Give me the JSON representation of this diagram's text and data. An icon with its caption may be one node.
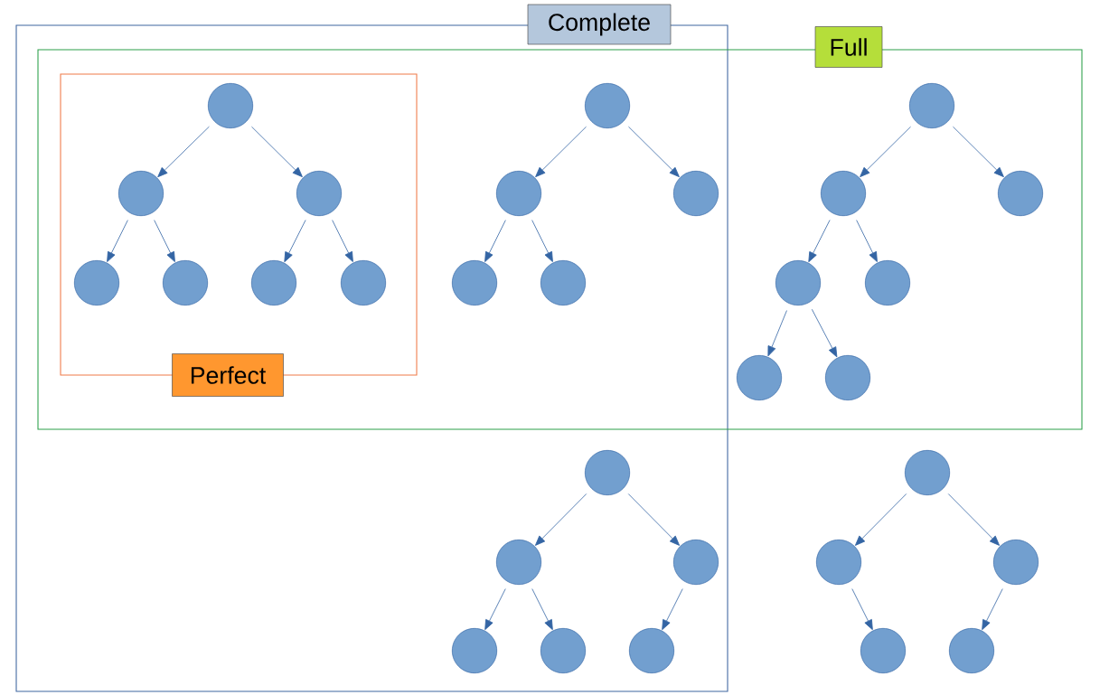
{
  "diagram": {
    "nodes": [
      {
        "text": [
          "Complete"
        ]
      },
      {
        "text": [
          "Full"
        ]
      },
      {
        "text": [
          "Perfect"
        ]
      },
      {
        "text": [],
        "shape": "circle",
        "in": 2
      },
      {
        "text": [],
        "shape": "circle",
        "in": 2
      },
      {
        "text": [],
        "shape": "circle",
        "in": 2
      },
      {
        "text": [],
        "shape": "circle",
        "in": 2
      },
      {
        "text": [],
        "shape": "circle",
        "in": 2
      },
      {
        "text": [],
        "shape": "circle",
        "in": 2
      },
      {
        "text": [],
        "shape": "circle",
        "in": 2
      },
      {
        "text": [],
        "shape": "circle"
      },
      {
        "text": [],
        "shape": "circle"
      },
      {
        "text": [],
        "shape": "circle"
      },
      {
        "text": [],
        "shape": "circle"
      },
      {
        "text": [],
        "shape": "circle"
      },
      {
        "text": [],
        "shape": "circle",
        "in": 1
      },
      {
        "text": [],
        "shape": "circle",
        "in": 1
      },
      {
        "text": [],
        "shape": "circle",
        "in": 1
      },
      {
        "text": [],
        "shape": "circle",
        "in": 1
      },
      {
        "text": [],
        "shape": "circle",
        "in": 1
      },
      {
        "text": [],
        "shape": "circle",
        "in": 1
      },
      {
        "text": [],
        "shape": "circle",
        "in": 1
      },
      {
        "text": [],
        "shape": "circle",
        "in": 0
      },
      {
        "text": [],
        "shape": "circle",
        "in": 0
      },
      {
        "text": [],
        "shape": "circle",
        "in": 0
      },
      {
        "text": [],
        "shape": "circle",
        "in": 0
      },
      {
        "text": [],
        "shape": "circle",
        "in": 0
      },
      {
        "text": [],
        "shape": "circle",
        "in": 0
      },
      {
        "text": [],
        "shape": "circle"
      },
      {
        "text": [],
        "shape": "circle"
      },
      {
        "text": [],
        "shape": "circle"
      },
      {
        "text": [],
        "shape": "circle"
      },
      {
        "text": [],
        "shape": "circle"
      }
    ],
    "edges": [
      {
        "from": 3,
        "to": 4,
        "arrow": "to"
      },
      {
        "from": 3,
        "to": 5,
        "arrow": "to"
      },
      {
        "from": 4,
        "to": 6,
        "arrow": "to"
      },
      {
        "from": 4,
        "to": 7,
        "arrow": "to"
      },
      {
        "from": 5,
        "to": 8,
        "arrow": "to"
      },
      {
        "from": 5,
        "to": 9,
        "arrow": "to"
      },
      {
        "from": 10,
        "to": 11,
        "arrow": "to"
      },
      {
        "from": 10,
        "to": 12,
        "arrow": "to"
      },
      {
        "from": 11,
        "to": 13,
        "arrow": "to"
      },
      {
        "from": 11,
        "to": 14,
        "arrow": "to"
      },
      {
        "from": 15,
        "to": 16,
        "arrow": "to"
      },
      {
        "from": 15,
        "to": 17,
        "arrow": "to"
      },
      {
        "from": 16,
        "to": 18,
        "arrow": "to"
      },
      {
        "from": 16,
        "to": 19,
        "arrow": "to"
      },
      {
        "from": 18,
        "to": 20,
        "arrow": "to"
      },
      {
        "from": 18,
        "to": 21,
        "arrow": "to"
      },
      {
        "from": 22,
        "to": 23,
        "arrow": "to"
      },
      {
        "from": 22,
        "to": 24,
        "arrow": "to"
      },
      {
        "from": 23,
        "to": 25,
        "arrow": "to"
      },
      {
        "from": 23,
        "to": 26,
        "arrow": "to"
      },
      {
        "from": 24,
        "to": 27,
        "arrow": "to"
      },
      {
        "from": 28,
        "to": 29,
        "arrow": "to"
      },
      {
        "from": 28,
        "to": 30,
        "arrow": "to"
      },
      {
        "from": 29,
        "to": 31,
        "arrow": "to"
      },
      {
        "from": 30,
        "to": 32,
        "arrow": "to"
      }
    ]
  }
}
